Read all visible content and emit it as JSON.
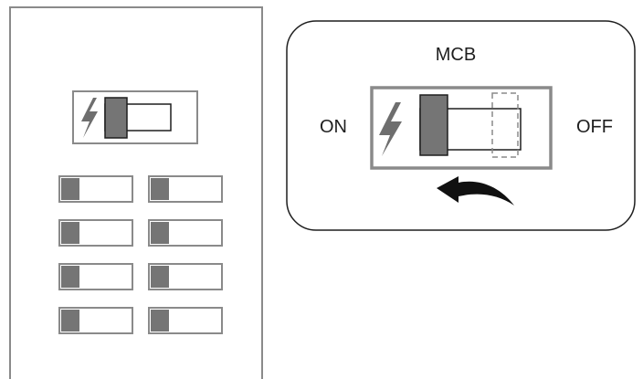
{
  "callout": {
    "title": "MCB",
    "on_label": "ON",
    "off_label": "OFF"
  },
  "panel": {
    "main_switch": {
      "state": "on"
    },
    "breakers": [
      {
        "column": 1,
        "row": 1,
        "state": "on"
      },
      {
        "column": 2,
        "row": 1,
        "state": "on"
      },
      {
        "column": 1,
        "row": 2,
        "state": "on"
      },
      {
        "column": 2,
        "row": 2,
        "state": "on"
      },
      {
        "column": 1,
        "row": 3,
        "state": "on"
      },
      {
        "column": 2,
        "row": 3,
        "state": "on"
      },
      {
        "column": 1,
        "row": 4,
        "state": "on"
      },
      {
        "column": 2,
        "row": 4,
        "state": "on"
      }
    ]
  },
  "colors": {
    "outline": "#8a8a8a",
    "dark_fill": "#757575",
    "stroke": "#1e1e1e",
    "lightning": "#6e6e6e"
  }
}
